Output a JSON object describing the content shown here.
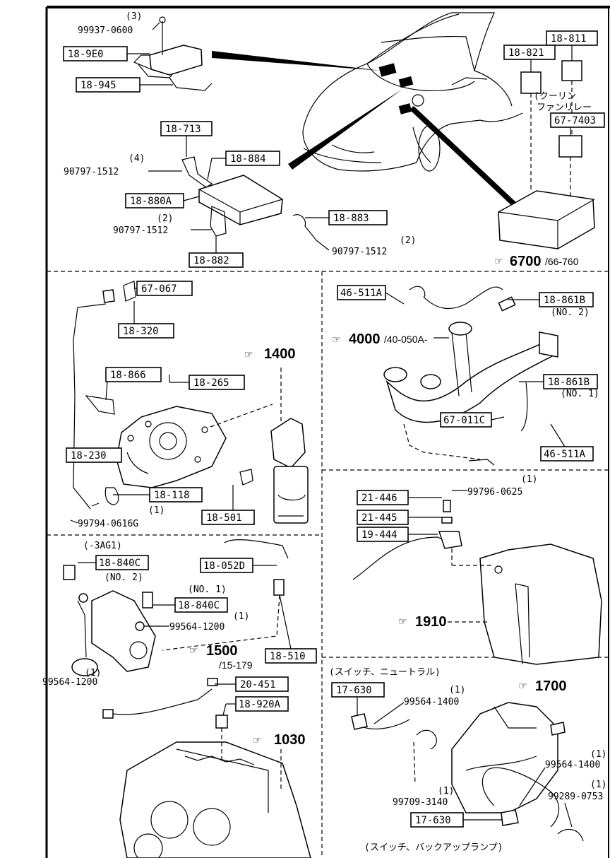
{
  "labels": {
    "p18_9E0": "18-9E0",
    "p18_945": "18-945",
    "q3": "(3)",
    "p99937": "99937-0600",
    "p18_713": "18-713",
    "p18_884": "18-884",
    "q4": "(4)",
    "p90797a": "90797-1512",
    "p18_880A": "18-880A",
    "q2a": "(2)",
    "p90797b": "90797-1512",
    "p18_883": "18-883",
    "q2b": "(2)",
    "p90797c": "90797-1512",
    "p18_882": "18-882",
    "p18_811": "18-811",
    "p18_821": "18-821",
    "cooling_a": "(クーリン",
    "cooling_b": "ファンリレー",
    "p67_7403": "67-7403",
    "ref6700": "6700",
    "ref6700b": "/66-760",
    "p67_067": "67-067",
    "p18_320": "18-320",
    "ref1400": "1400",
    "p18_866": "18-866",
    "p18_265": "18-265",
    "p18_230": "18-230",
    "p18_118": "18-118",
    "q1a": "(1)",
    "p99794": "99794-0616G",
    "p18_501": "18-501",
    "p46_511A": "46-511A",
    "p18_861B_2": "18-861B",
    "no2a": "(NO. 2)",
    "ref4000": "4000",
    "ref4000b": "/40-050A-",
    "p18_861B_1": "18-861B",
    "no1a": "(NO. 1)",
    "p67_011C": "67-011C",
    "p46_511A_b": "46-511A",
    "q1b": "(1)",
    "p21_446": "21-446",
    "p99796": "99796-0625",
    "p21_445": "21-445",
    "p19_444": "19-444",
    "ref1910": "1910",
    "a3ag1": "(-3AG1)",
    "p18_840C_2": "18-840C",
    "no2b": "(NO. 2)",
    "p18_052D": "18-052D",
    "no1b": "(NO. 1)",
    "p18_840C_1": "18-840C",
    "q1c": "(1)",
    "p99564a": "99564-1200",
    "ref1500": "1500",
    "ref1500b": "/15-179",
    "p18_510": "18-510",
    "q1d": "(1)",
    "p99564b": "99564-1200",
    "p20_451": "20-451",
    "p18_920A": "18-920A",
    "ref1030": "1030",
    "sw_neutral": "(スイッチ、ニュートラル)",
    "p17_630a": "17-630",
    "q1e": "(1)",
    "p99564_1400": "99564-1400",
    "ref1700": "1700",
    "q1f": "(1)",
    "p99564_1400b": "99564-1400",
    "q1g": "(1)",
    "p99289": "99289-0753",
    "q1h": "(1)",
    "p99709": "99709-3140",
    "p17_630b": "17-630",
    "sw_backup": "(スイッチ、バックアップランプ)"
  }
}
